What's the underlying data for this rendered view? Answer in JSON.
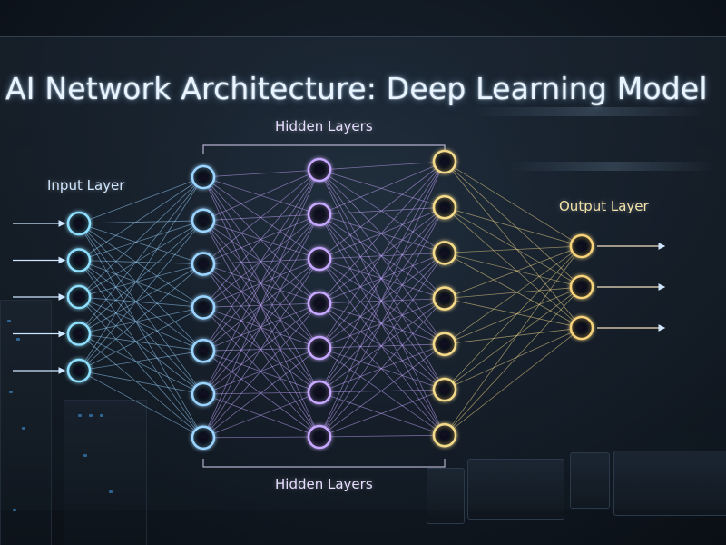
{
  "title": "AI Network Architecture: Deep Learning Model",
  "labels": {
    "input_layer": "Input Layer",
    "hidden_layers_top": "Hidden Layers",
    "hidden_layers_bottom": "Hidden Layers",
    "output_layer": "Output Layer"
  },
  "network": {
    "layer_node_counts": [
      5,
      7,
      7,
      7,
      3
    ],
    "input_arrow_count": 5,
    "output_arrow_count": 3
  },
  "colors": {
    "layer_colors": [
      "#8fe0ff",
      "#9ad4ff",
      "#c7a8ff",
      "#f3d98a",
      "#f6d37a"
    ],
    "background": "#0b1016"
  }
}
